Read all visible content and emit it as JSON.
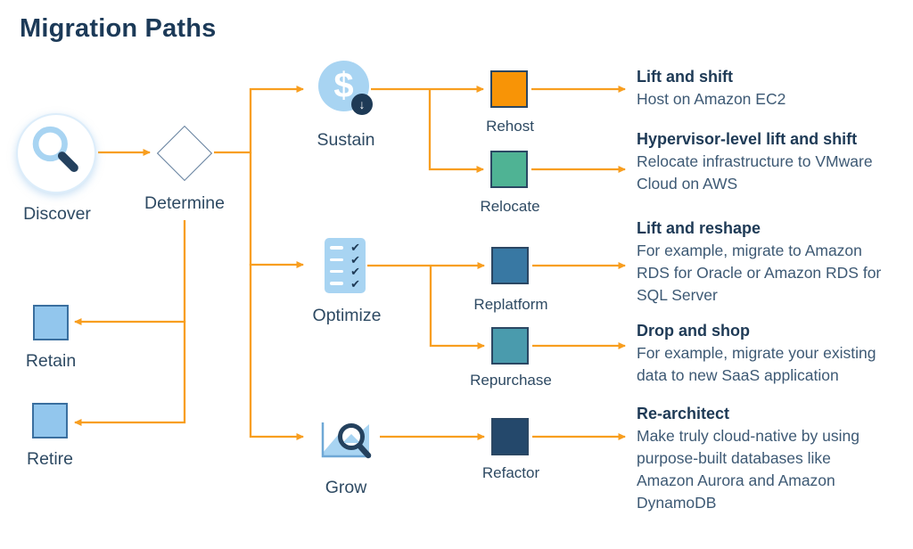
{
  "title": "Migration Paths",
  "palette": {
    "arrow_orange": "#F89E1F",
    "navy": "#1E3A56",
    "body_text": "#3D5974",
    "icon_light_blue": "#A8D4F2",
    "square_border": "#2B4763",
    "terminal_border": "#3A6F9F"
  },
  "glyphs": {
    "dollar": "$",
    "down_arrow": "↓",
    "check": "✔"
  },
  "start": {
    "label": "Discover",
    "icon": "magnifier-icon"
  },
  "decision": {
    "label": "Determine"
  },
  "phases": [
    {
      "label": "Sustain",
      "icon": "dollar-coin-down-icon"
    },
    {
      "label": "Optimize",
      "icon": "checklist-icon"
    },
    {
      "label": "Grow",
      "icon": "chart-magnifier-icon"
    }
  ],
  "strategies": [
    {
      "name": "Rehost",
      "color": "#F89406",
      "heading": "Lift and shift",
      "description": "Host on Amazon EC2"
    },
    {
      "name": "Relocate",
      "color": "#4FB394",
      "heading": "Hypervisor-level lift and shift",
      "description": "Relocate infrastructure to VMware\nCloud on AWS"
    },
    {
      "name": "Replatform",
      "color": "#3878A3",
      "heading": "Lift and reshape",
      "description": "For example, migrate to Amazon\nRDS for Oracle or Amazon RDS for\nSQL Server"
    },
    {
      "name": "Repurchase",
      "color": "#4A9BAD",
      "heading": "Drop and shop",
      "description": "For example, migrate your existing\ndata to new SaaS application"
    },
    {
      "name": "Refactor",
      "color": "#24486B",
      "heading": "Re-architect",
      "description": "Make truly cloud-native by using\npurpose-built databases like\nAmazon Aurora and Amazon\nDynamoDB"
    }
  ],
  "terminals": [
    {
      "label": "Retain",
      "color": "#92C6ED"
    },
    {
      "label": "Retire",
      "color": "#92C6ED"
    }
  ]
}
